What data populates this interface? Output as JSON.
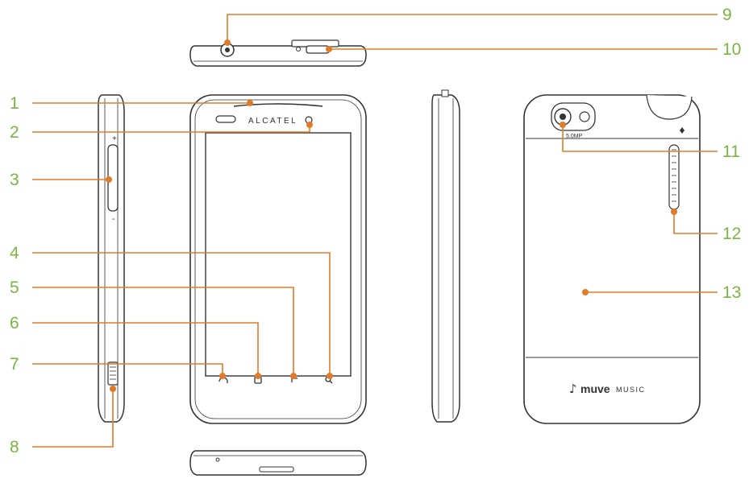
{
  "brand_label": "ALCATEL",
  "camera_label": "5.0MP",
  "logo": {
    "word1": "muve",
    "word2": "MUSIC"
  },
  "callouts": [
    {
      "num": "1"
    },
    {
      "num": "2"
    },
    {
      "num": "3"
    },
    {
      "num": "4"
    },
    {
      "num": "5"
    },
    {
      "num": "6"
    },
    {
      "num": "7"
    },
    {
      "num": "8"
    },
    {
      "num": "9"
    },
    {
      "num": "10"
    },
    {
      "num": "11"
    },
    {
      "num": "12"
    },
    {
      "num": "13"
    }
  ],
  "colors": {
    "callout_number": "#7cb342",
    "leader_line": "#e07b2a",
    "outline": "#333333"
  }
}
